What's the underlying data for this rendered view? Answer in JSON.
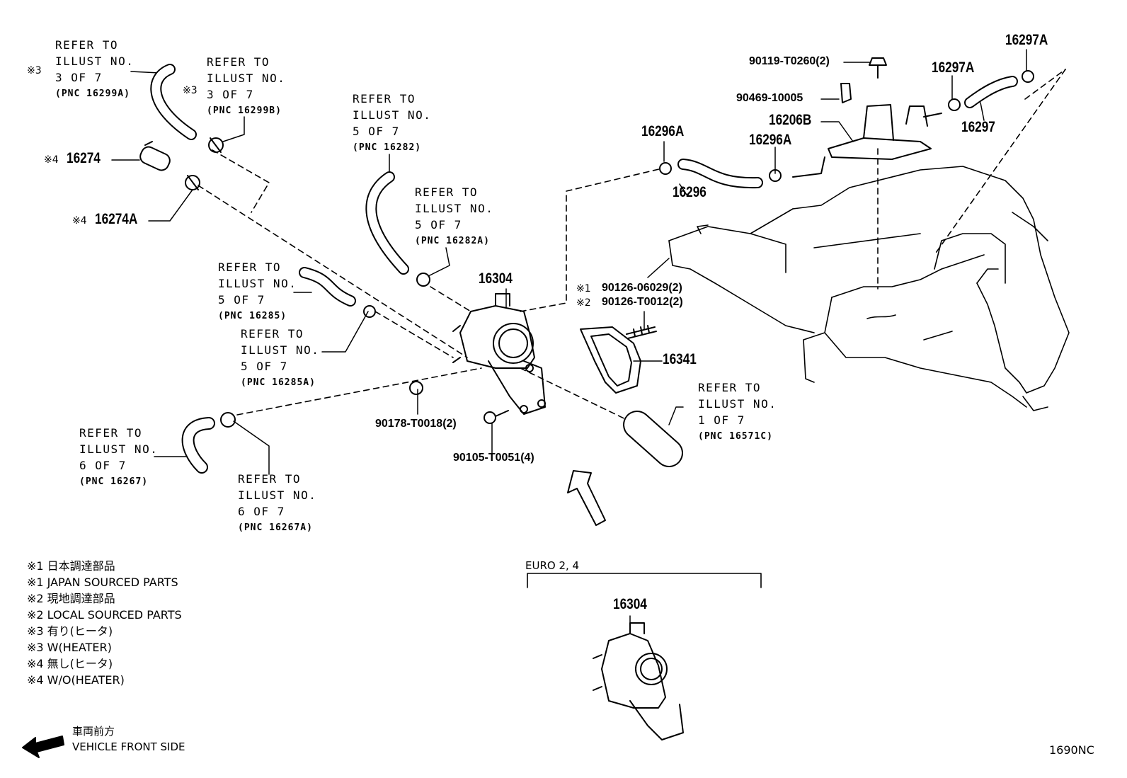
{
  "refs": [
    {
      "mark": "※3",
      "lines": [
        "REFER TO",
        "ILLUST NO.",
        "3 OF 7"
      ],
      "pnc": "(PNC 16299A)"
    },
    {
      "mark": "※3",
      "lines": [
        "REFER TO",
        "ILLUST NO.",
        "3 OF 7"
      ],
      "pnc": "(PNC 16299B)"
    },
    {
      "mark": "",
      "lines": [
        "REFER TO",
        "ILLUST NO.",
        "5 OF 7"
      ],
      "pnc": "(PNC 16282)"
    },
    {
      "mark": "",
      "lines": [
        "REFER TO",
        "ILLUST NO.",
        "5 OF 7"
      ],
      "pnc": "(PNC 16282A)"
    },
    {
      "mark": "",
      "lines": [
        "REFER TO",
        "ILLUST NO.",
        "5 OF 7"
      ],
      "pnc": "(PNC 16285)"
    },
    {
      "mark": "",
      "lines": [
        "REFER TO",
        "ILLUST NO.",
        "5 OF 7"
      ],
      "pnc": "(PNC 16285A)"
    },
    {
      "mark": "",
      "lines": [
        "REFER TO",
        "ILLUST NO.",
        "6 OF 7"
      ],
      "pnc": "(PNC 16267)"
    },
    {
      "mark": "",
      "lines": [
        "REFER TO",
        "ILLUST NO.",
        "6 OF 7"
      ],
      "pnc": "(PNC 16267A)"
    },
    {
      "mark": "",
      "lines": [
        "REFER TO",
        "ILLUST NO.",
        "1 OF 7"
      ],
      "pnc": "(PNC 16571C)"
    }
  ],
  "parts": {
    "p16274": {
      "mark": "※4",
      "num": "16274"
    },
    "p16274A": {
      "mark": "※4",
      "num": "16274A"
    },
    "p16304": "16304",
    "p16304_euro": "16304",
    "p16341": "16341",
    "p16296": "16296",
    "p16296A_1": "16296A",
    "p16296A_2": "16296A",
    "p16206B": "16206B",
    "p16297": "16297",
    "p16297A_1": "16297A",
    "p16297A_2": "16297A",
    "b90119": "90119-T0260(2)",
    "b90469": "90469-10005",
    "b90126a": {
      "mark": "※1",
      "num": "90126-06029(2)"
    },
    "b90126b": {
      "mark": "※2",
      "num": "90126-T0012(2)"
    },
    "b90178": "90178-T0018(2)",
    "b90105": "90105-T0051(4)"
  },
  "euro_label": "EURO 2, 4",
  "legend": [
    "※1 日本調達部品",
    "※1 JAPAN SOURCED PARTS",
    "※2 現地調達部品",
    "※2 LOCAL SOURCED PARTS",
    "※3 有り(ヒータ)",
    "※3 W(HEATER)",
    "※4 無し(ヒータ)",
    "※4 W/O(HEATER)"
  ],
  "front": {
    "jp": "車両前方",
    "en": "VEHICLE FRONT SIDE"
  },
  "code": "1690NC"
}
